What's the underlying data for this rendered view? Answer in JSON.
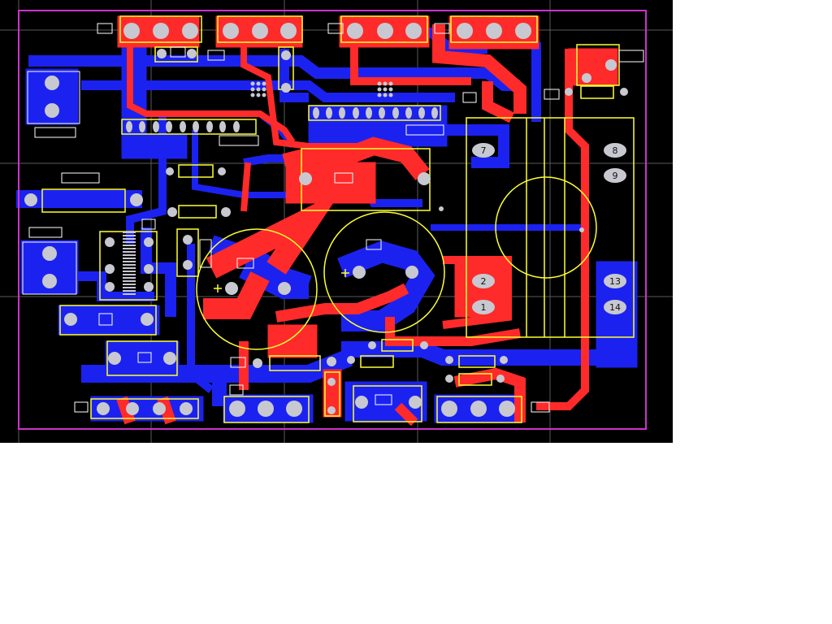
{
  "colors": {
    "background": "#000000",
    "top_copper": "#ff2a2a",
    "bottom_copper": "#1b22f0",
    "silkscreen": "#ffff33",
    "board_outline": "#cc33cc",
    "pad": "#c8c8d0",
    "grid": "#666666",
    "keepout": "#ffffff"
  },
  "relay_pins": [
    "7",
    "8",
    "9",
    "2",
    "1",
    "13",
    "14"
  ]
}
